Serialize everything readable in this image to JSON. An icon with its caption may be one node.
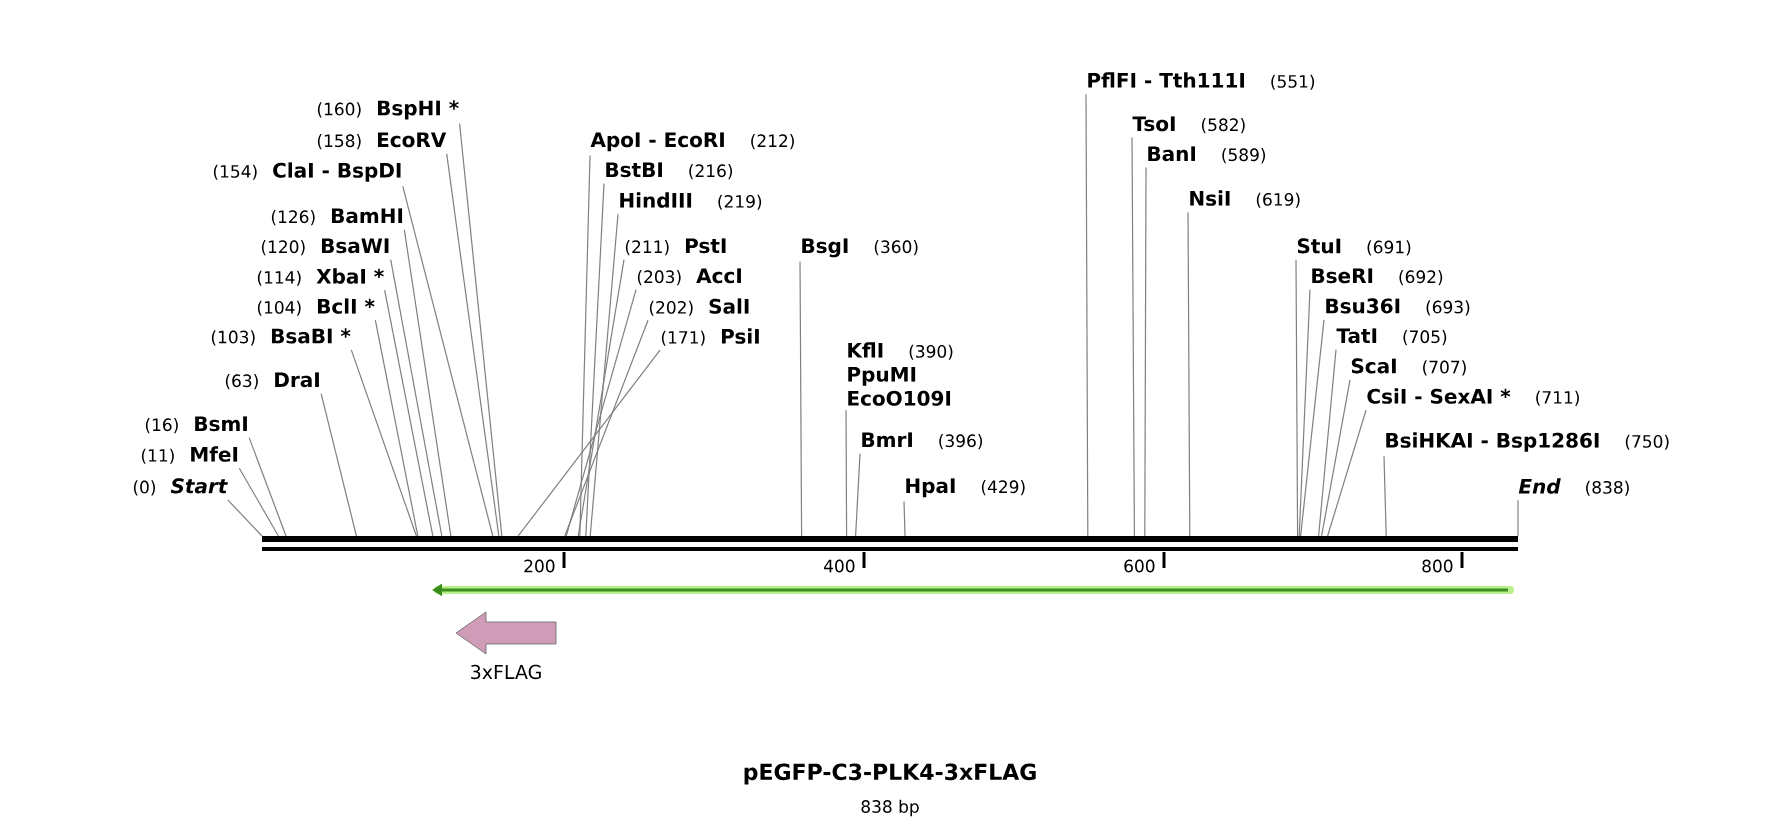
{
  "diagram": {
    "title": "pEGFP-C3-PLK4-3xFLAG",
    "caption": "838 bp",
    "nodes": [
      {
        "text": [
          "(0)",
          "Start"
        ]
      },
      {
        "text": [
          "(11)",
          "MfeI"
        ]
      },
      {
        "text": [
          "(16)",
          "BsmI"
        ]
      },
      {
        "text": [
          "(63)",
          "DraI"
        ]
      },
      {
        "text": [
          "(103)",
          "BsaBI *"
        ]
      },
      {
        "text": [
          "(104)",
          "BclI *"
        ]
      },
      {
        "text": [
          "(114)",
          "XbaI *"
        ]
      },
      {
        "text": [
          "(120)",
          "BsaWI"
        ]
      },
      {
        "text": [
          "(126)",
          "BamHI"
        ]
      },
      {
        "text": [
          "(154)",
          "ClaI - BspDI"
        ]
      },
      {
        "text": [
          "(158)",
          "EcoRV"
        ]
      },
      {
        "text": [
          "(160)",
          "BspHI *"
        ]
      },
      {
        "text": [
          "(171)",
          "PsiI"
        ]
      },
      {
        "text": [
          "(202)",
          "SalI"
        ]
      },
      {
        "text": [
          "(203)",
          "AccI"
        ]
      },
      {
        "text": [
          "(211)",
          "PstI"
        ]
      },
      {
        "text": [
          "ApoI - EcoRI",
          "(212)"
        ]
      },
      {
        "text": [
          "BstBI",
          "(216)"
        ]
      },
      {
        "text": [
          "HindIII",
          "(219)"
        ]
      },
      {
        "text": [
          "BsgI",
          "(360)"
        ]
      },
      {
        "text": [
          "KflI",
          "(390)",
          "PpuMI",
          "EcoO109I"
        ]
      },
      {
        "text": [
          "BmrI",
          "(396)"
        ]
      },
      {
        "text": [
          "HpaI",
          "(429)"
        ]
      },
      {
        "text": [
          "PflFI - Tth111I",
          "(551)"
        ]
      },
      {
        "text": [
          "TsoI",
          "(582)"
        ]
      },
      {
        "text": [
          "BanI",
          "(589)"
        ]
      },
      {
        "text": [
          "NsiI",
          "(619)"
        ]
      },
      {
        "text": [
          "StuI",
          "(691)"
        ]
      },
      {
        "text": [
          "BseRI",
          "(692)"
        ]
      },
      {
        "text": [
          "Bsu36I",
          "(693)"
        ]
      },
      {
        "text": [
          "TatI",
          "(705)"
        ]
      },
      {
        "text": [
          "ScaI",
          "(707)"
        ]
      },
      {
        "text": [
          "CsiI - SexAI *",
          "(711)"
        ]
      },
      {
        "text": [
          "BsiHKAI - Bsp1286I",
          "(750)"
        ]
      },
      {
        "text": [
          "End",
          "(838)"
        ]
      },
      {
        "text": [],
        "shape": "arrow",
        "beside": [
          "3xFLAG"
        ]
      }
    ],
    "edges": [
      {
        "from": 0,
        "to": null,
        "arrow": "none"
      },
      {
        "from": 1,
        "to": null,
        "arrow": "none"
      },
      {
        "from": 2,
        "to": null,
        "arrow": "none"
      },
      {
        "from": 3,
        "to": null,
        "arrow": "none"
      },
      {
        "from": 4,
        "to": null,
        "arrow": "none"
      },
      {
        "from": 5,
        "to": null,
        "arrow": "none"
      },
      {
        "from": 6,
        "to": null,
        "arrow": "none"
      },
      {
        "from": 7,
        "to": null,
        "arrow": "none"
      },
      {
        "from": 8,
        "to": null,
        "arrow": "none"
      },
      {
        "from": 9,
        "to": null,
        "arrow": "none"
      },
      {
        "from": 10,
        "to": null,
        "arrow": "none"
      },
      {
        "from": 11,
        "to": null,
        "arrow": "none"
      },
      {
        "from": 12,
        "to": null,
        "arrow": "none"
      },
      {
        "from": 13,
        "to": null,
        "arrow": "none"
      },
      {
        "from": 14,
        "to": null,
        "arrow": "none"
      },
      {
        "from": 15,
        "to": null,
        "arrow": "none"
      },
      {
        "from": 16,
        "to": null,
        "arrow": "none"
      },
      {
        "from": 17,
        "to": null,
        "arrow": "none"
      },
      {
        "from": 18,
        "to": null,
        "arrow": "none"
      },
      {
        "from": 19,
        "to": null,
        "arrow": "none"
      },
      {
        "from": 20,
        "to": null,
        "arrow": "none"
      },
      {
        "from": 21,
        "to": null,
        "arrow": "none"
      },
      {
        "from": 22,
        "to": null,
        "arrow": "none"
      },
      {
        "from": 23,
        "to": null,
        "arrow": "none"
      },
      {
        "from": 24,
        "to": null,
        "arrow": "none"
      },
      {
        "from": 25,
        "to": null,
        "arrow": "none"
      },
      {
        "from": 26,
        "to": null,
        "arrow": "none"
      },
      {
        "from": 27,
        "to": null,
        "arrow": "none"
      },
      {
        "from": 28,
        "to": null,
        "arrow": "none"
      },
      {
        "from": 29,
        "to": null,
        "arrow": "none"
      },
      {
        "from": 30,
        "to": null,
        "arrow": "none"
      },
      {
        "from": 31,
        "to": null,
        "arrow": "none"
      },
      {
        "from": 32,
        "to": null,
        "arrow": "none"
      },
      {
        "from": 33,
        "to": null,
        "arrow": "none"
      },
      {
        "from": 34,
        "to": null,
        "arrow": "none"
      }
    ],
    "labels": [
      "200",
      "400",
      "600",
      "800"
    ]
  }
}
